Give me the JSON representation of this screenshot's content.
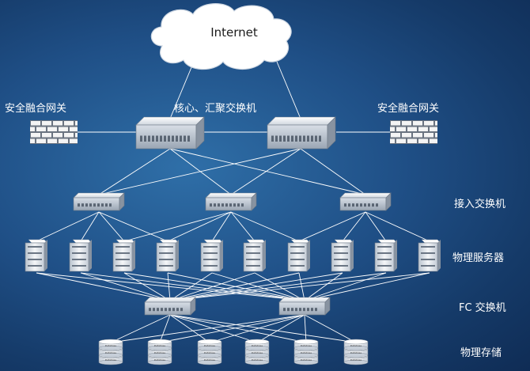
{
  "diagram": {
    "internet_label": "Internet",
    "gateway_left_label": "安全融合网关",
    "gateway_right_label": "安全融合网关",
    "core_label": "核心、汇聚交换机",
    "access_label": "接入交换机",
    "server_label": "物理服务器",
    "fc_label": "FC 交换机",
    "storage_label": "物理存储",
    "disk_text": "Database"
  },
  "colors": {
    "background": "#1f4f86",
    "line": "#ffffff",
    "device_body": "#e9edf2",
    "device_shade": "#9aa6b4",
    "firewall": "#f2f2f2",
    "text": "#ffffff"
  }
}
